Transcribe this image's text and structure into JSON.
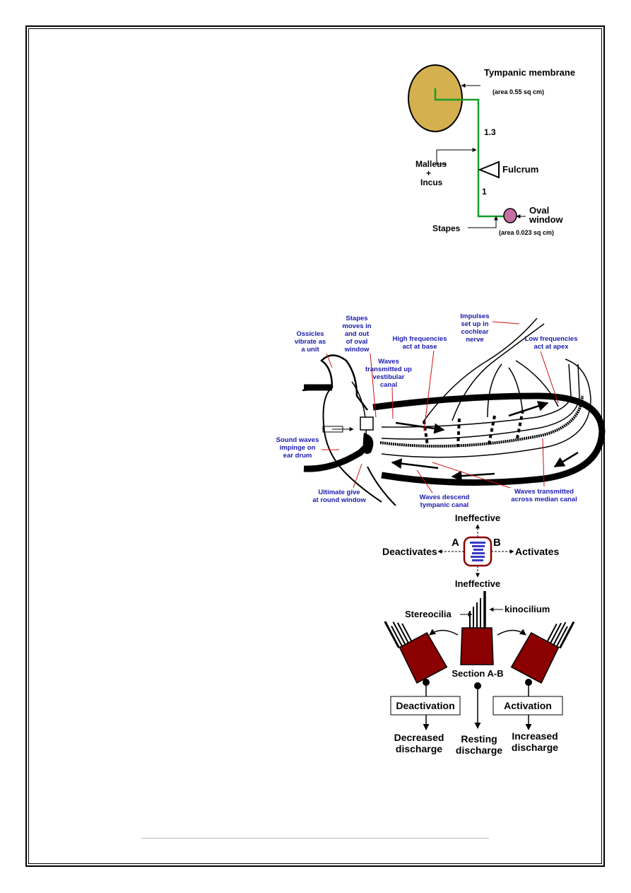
{
  "ossicle_lever": {
    "tympanic_membrane": "Tympanic membrane",
    "tympanic_area": "(area 0.55 sq cm)",
    "ratio_upper": "1.3",
    "ratio_lower": "1",
    "malleus_incus": "Malleus + Incus",
    "fulcrum": "Fulcrum",
    "oval_window": "Oval window",
    "stapes": "Stapes",
    "oval_area": "(area 0.023 sq cm)",
    "colors": {
      "membrane": "#d4b04e",
      "lever": "#169c2a",
      "oval": "#c66fa3"
    }
  },
  "cochlea": {
    "labels": [
      "Stapes moves in and out of oval window",
      "Impulses set up in cochlear nerve",
      "Ossicles vibrate as a unit",
      "High frequencies act at base",
      "Low frequencies act at apex",
      "Waves transmitted up vestibular canal",
      "Sound waves impinge on ear drum",
      "Ultimate give at round window",
      "Waves descend tympanic canal",
      "Waves transmitted across median canal"
    ],
    "colors": {
      "label": "#1a1ab0",
      "pointer": "#d01010"
    }
  },
  "hair_cell": {
    "ineffective_top": "Ineffective",
    "ineffective_bottom": "Ineffective",
    "deactivates": "Deactivates",
    "activates": "Activates",
    "a": "A",
    "b": "B",
    "stereocilia": "Stereocilia",
    "kinocilium": "kinocilium",
    "section": "Section A-B",
    "deactivation": "Deactivation",
    "activation": "Activation",
    "decreased": "Decreased discharge",
    "resting": "Resting discharge",
    "increased": "Increased discharge",
    "colors": {
      "cell": "#8b0000",
      "dots": "#3a3ac8"
    }
  }
}
